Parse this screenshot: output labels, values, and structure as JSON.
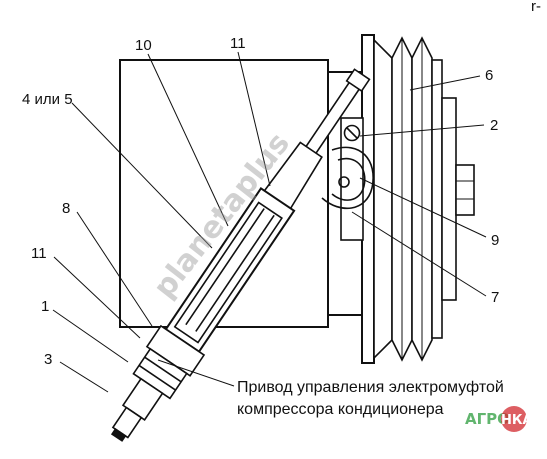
{
  "corner_mark": "r-",
  "callouts": {
    "c10": "10",
    "c11_top": "11",
    "c4or5": "4 или 5",
    "c6": "6",
    "c2": "2",
    "c8": "8",
    "c11_left": "11",
    "c9": "9",
    "c1": "1",
    "c7": "7",
    "c3": "3"
  },
  "caption": {
    "line1": "Привод управления электромуфтой",
    "line2": "компрессора кондиционера"
  },
  "watermark": {
    "diagonal": "planetaplus",
    "logo_left": "АГРО",
    "logo_right": "НКА"
  },
  "colors": {
    "ink": "#111111",
    "wm_green": "#3aa34a",
    "wm_red": "#d2282d",
    "wm_gray": "#9a9a9a"
  }
}
